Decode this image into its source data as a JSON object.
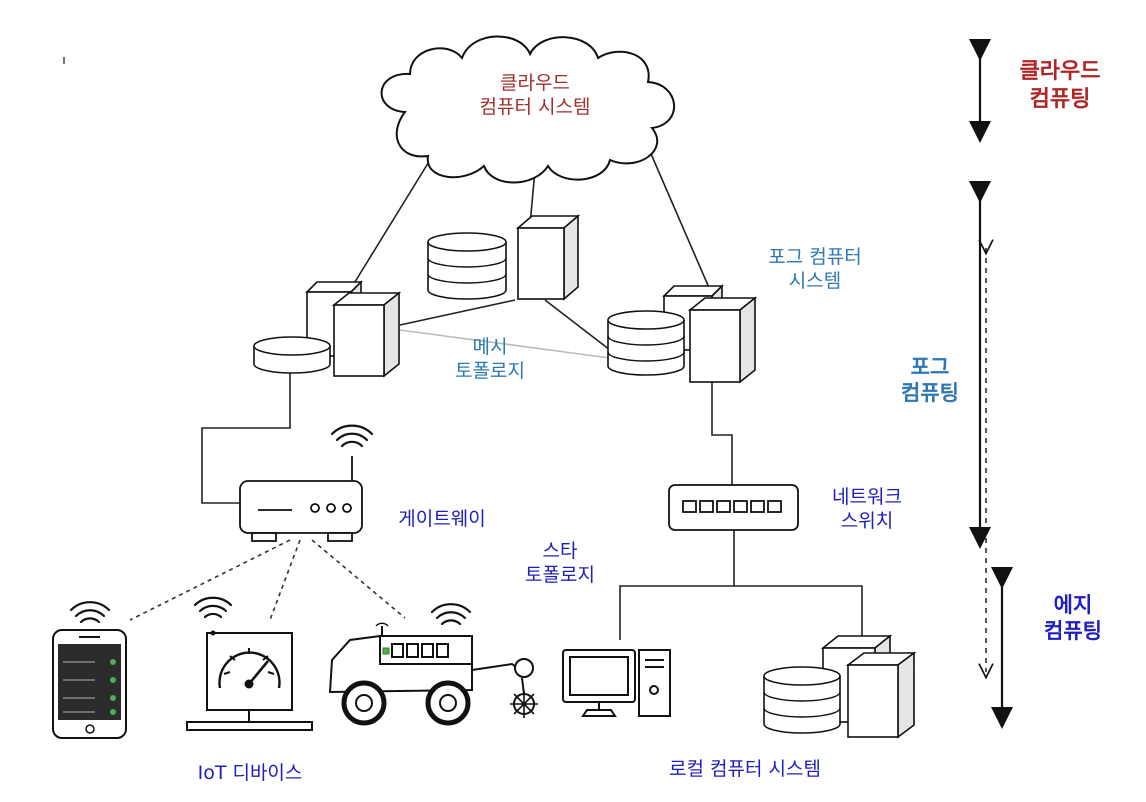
{
  "labels": {
    "cloud_system": [
      "클라우드",
      "컴퓨터 시스템"
    ],
    "fog_system": [
      "포그 컴퓨터",
      "시스템"
    ],
    "mesh_topology": [
      "메시",
      "토폴로지"
    ],
    "gateway": "게이트웨이",
    "network_switch": [
      "네트워크",
      "스위치"
    ],
    "star_topology": [
      "스타",
      "토폴로지"
    ],
    "iot_devices": "IoT 디바이스",
    "local_system": "로컬 컴퓨터 시스템"
  },
  "layers": {
    "cloud": [
      "클라우드",
      "컴퓨팅"
    ],
    "fog": [
      "포그",
      "컴퓨팅"
    ],
    "edge": [
      "에지",
      "컴퓨팅"
    ]
  },
  "colors": {
    "cloud": "#a0302a",
    "fog": "#2d77b4",
    "edge": "#2020b8"
  }
}
